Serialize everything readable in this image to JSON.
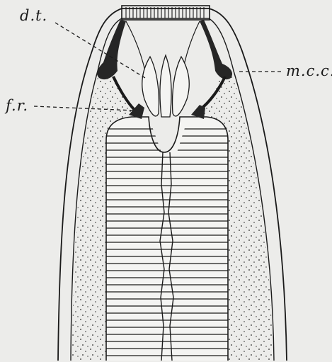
{
  "figure": {
    "labels": {
      "dt": "d.t.",
      "mcc": "m.c.c.",
      "fr": "f.r."
    },
    "colors": {
      "paper": "#ececea",
      "ink": "#1a1a1a",
      "dark_fill": "#262626"
    }
  }
}
